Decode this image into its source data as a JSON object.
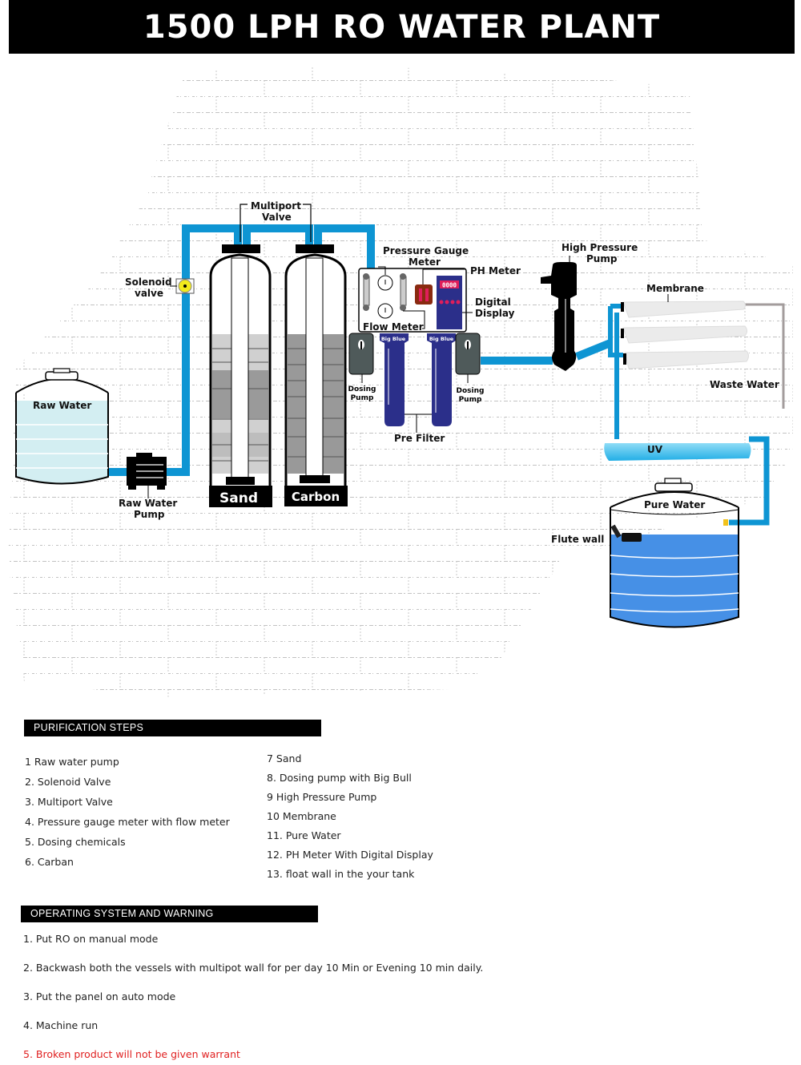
{
  "title": "1500 LPH RO WATER PLANT",
  "diagram": {
    "labels": {
      "raw_water": "Raw Water",
      "raw_water_pump_1": "Raw Water",
      "raw_water_pump_2": "Pump",
      "solenoid_1": "Solenoid",
      "solenoid_2": "valve",
      "multiport_1": "Multiport",
      "multiport_2": "Valve",
      "sand": "Sand",
      "carbon": "Carbon",
      "pressure_gauge_1": "Pressure Gauge",
      "pressure_gauge_2": "Meter",
      "ph_meter": "PH Meter",
      "digital_1": "Digital",
      "digital_2": "Display",
      "display_readout": "0000",
      "flow_meter": "Flow Meter",
      "big_blue": "Big Blue",
      "dosing_1": "Dosing",
      "dosing_2": "Pump",
      "pre_filter": "Pre Filter",
      "hp_pump_1": "High Pressure",
      "hp_pump_2": "Pump",
      "membrane": "Membrane",
      "waste_water": "Waste Water",
      "uv": "UV",
      "pure_water": "Pure Water",
      "flute_wall": "Flute wall"
    },
    "colors": {
      "pipe": "#0e95d3",
      "raw_water": "#d3eef2",
      "pure_water": "#4690e6",
      "uv": "#4cc4ef",
      "filter_blue": "#2b2f8a",
      "dosing": "#4f5a5a",
      "ph_meter": "#8a2a10",
      "waste_pipe": "#a39c9c"
    }
  },
  "purification": {
    "heading": "PURIFICATION STEPS",
    "left": [
      "1  Raw water pump",
      "2. Solenoid Valve",
      "3. Multiport Valve",
      "4. Pressure gauge meter with flow meter",
      "5. Dosing chemicals",
      "6.  Carban"
    ],
    "right": [
      "7 Sand",
      "8. Dosing pump with Big Bull",
      "9  High Pressure Pump",
      "10 Membrane",
      "11. Pure Water",
      "12. PH Meter With Digital Display",
      "13. float wall in the your tank"
    ]
  },
  "operating": {
    "heading": "OPERATING SYSTEM AND WARNING",
    "items": [
      "1. Put RO on manual mode",
      "2. Backwash both the vessels with multipot wall for per day 10 Min or  Evening 10 min daily.",
      "3. Put the panel on auto mode",
      "4. Machine run",
      "5. Broken product will not be given warrant"
    ]
  }
}
